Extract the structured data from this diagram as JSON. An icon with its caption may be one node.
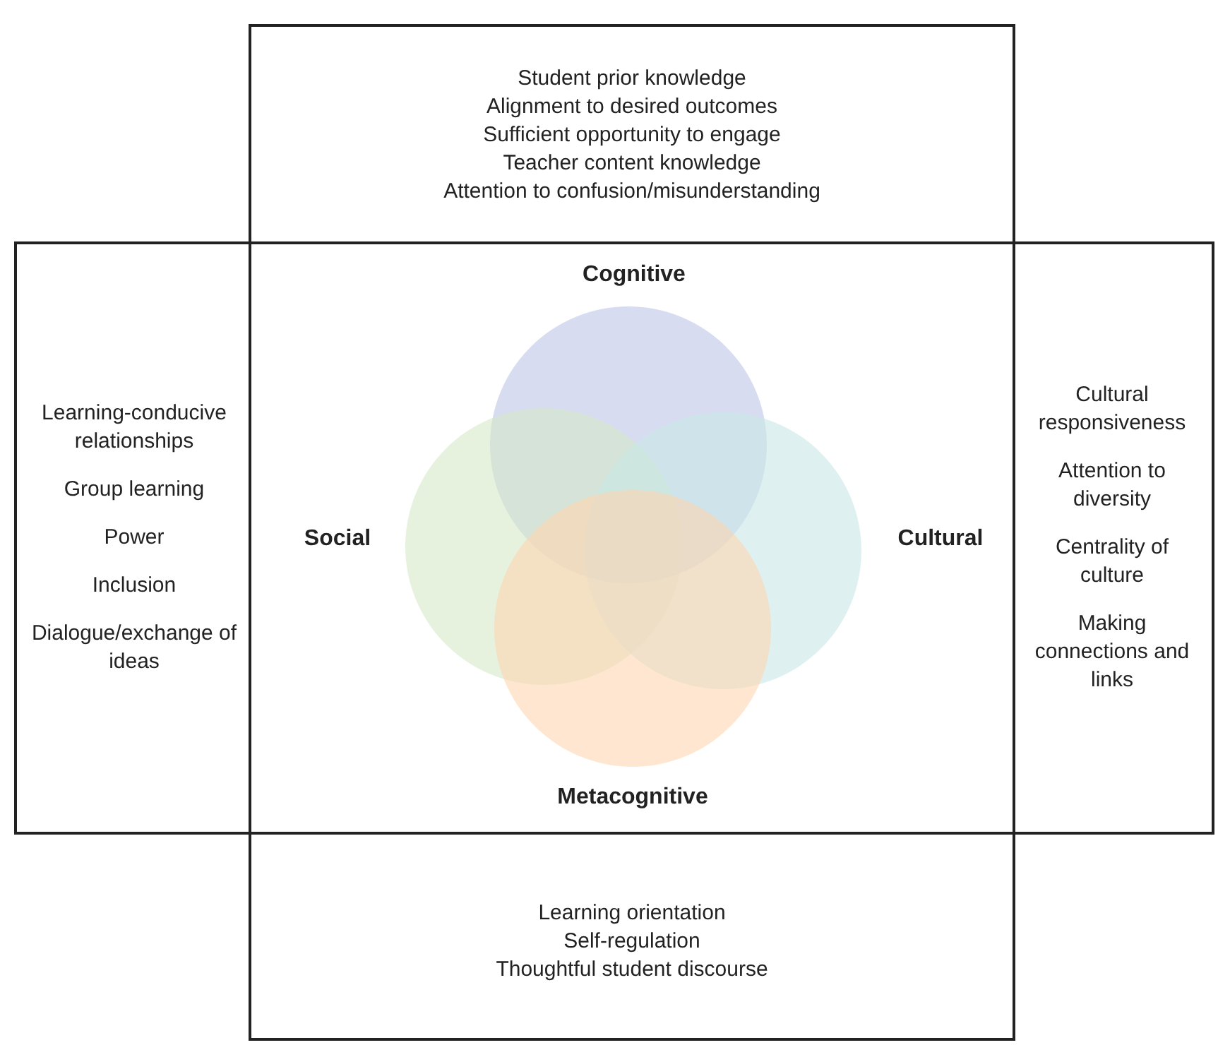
{
  "diagram": {
    "nodes": [
      {
        "text": [
          "Student prior knowledge",
          "Alignment to desired outcomes",
          "Sufficient opportunity to engage",
          "Teacher content knowledge",
          "Attention to confusion/misunderstanding"
        ]
      },
      {
        "text": [
          "Learning-conducive relationships",
          "Group learning",
          "Power",
          "Inclusion",
          "Dialogue/exchange of ideas"
        ]
      },
      {
        "text": [],
        "shape": "box"
      },
      {
        "text": [
          "Cultural responsiveness",
          "Attention to diversity",
          "Centrality of culture",
          "Making connections and links"
        ]
      },
      {
        "text": [
          "Learning orientation",
          "Self-regulation",
          "Thoughtful student discourse"
        ]
      },
      {
        "text": [],
        "shape": "circle",
        "in": 2,
        "beside": [
          "Cognitive"
        ]
      },
      {
        "text": [],
        "shape": "circle",
        "in": 2,
        "beside": [
          "Social"
        ]
      },
      {
        "text": [],
        "shape": "circle",
        "in": 2,
        "beside": [
          "Cultural"
        ]
      },
      {
        "text": [],
        "shape": "circle",
        "in": 2,
        "beside": [
          "Metacognitive"
        ]
      }
    ]
  }
}
